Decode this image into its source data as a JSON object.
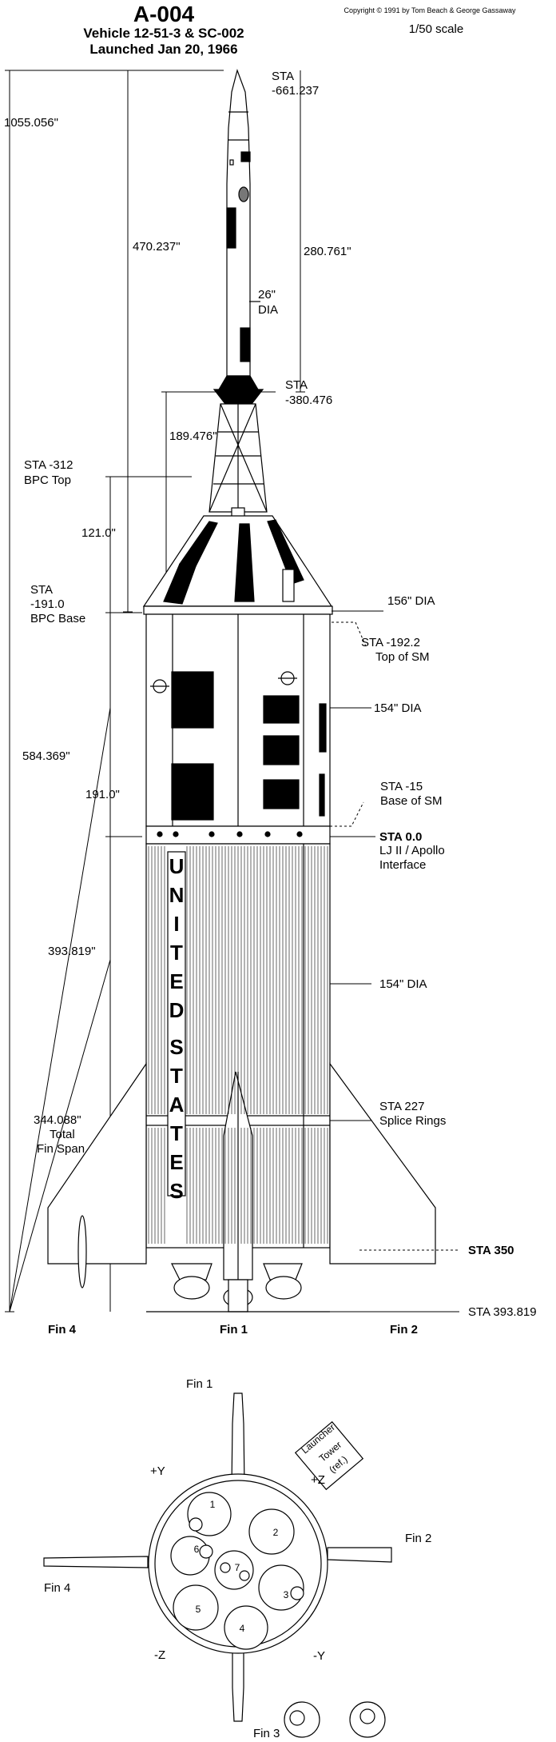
{
  "header": {
    "title": "A-004",
    "line1": "Vehicle 12-51-3 & SC-002",
    "line2": "Launched Jan 20, 1966",
    "copyright": "Copyright © 1991 by Tom Beach & George Gassaway",
    "scale": "1/50 scale"
  },
  "dimensions": {
    "total": "1055.056\"",
    "escape_tower": "470.237\"",
    "les_motor": "280.761\"",
    "tower_top": "189.476\"",
    "bpc_height": "121.0\"",
    "to_interface": "584.369\"",
    "sm_height": "191.0\"",
    "booster": "393.819\"",
    "fin_span": "344.088\"",
    "fin_span_l2": "Total",
    "fin_span_l3": "Fin Span"
  },
  "stations": {
    "sta_top_a": "STA",
    "sta_top_b": "-661.237",
    "dia_26_a": "26\"",
    "dia_26_b": "DIA",
    "sta_380_a": "STA",
    "sta_380_b": "-380.476",
    "bpc_top_a": "STA -312",
    "bpc_top_b": "BPC Top",
    "bpc_base_a": "STA",
    "bpc_base_b": "-191.0",
    "bpc_base_c": "BPC Base",
    "dia_156": "156\" DIA",
    "sm_top_a": "STA  -192.2",
    "sm_top_b": "Top of SM",
    "dia_154_a": "154\" DIA",
    "sm_base_a": "STA  -15",
    "sm_base_b": "Base of SM",
    "sta0_a": "STA  0.0",
    "sta0_b": "LJ II / Apollo",
    "sta0_c": "Interface",
    "dia_154_b": "154\" DIA",
    "sta227_a": "STA 227",
    "sta227_b": "Splice Rings",
    "sta350": "STA  350",
    "sta393": "STA 393.819"
  },
  "fins": {
    "fin4": "Fin 4",
    "fin1": "Fin 1",
    "fin2": "Fin 2"
  },
  "side_text": {
    "letters": [
      "U",
      "N",
      "I",
      "T",
      "E",
      "D",
      "S",
      "T",
      "A",
      "T",
      "E",
      "S"
    ]
  },
  "bottom_view": {
    "fin1": "Fin 1",
    "fin2": "Fin 2",
    "fin3": "Fin 3",
    "fin4": "Fin 4",
    "plus_y": "+Y",
    "plus_z": "+Z",
    "minus_z": "-Z",
    "minus_y": "-Y",
    "tower_l1": "Launcher",
    "tower_l2": "Tower",
    "tower_l3": "(ref.)",
    "motors": [
      "1",
      "2",
      "3",
      "4",
      "5",
      "6",
      "7"
    ]
  }
}
